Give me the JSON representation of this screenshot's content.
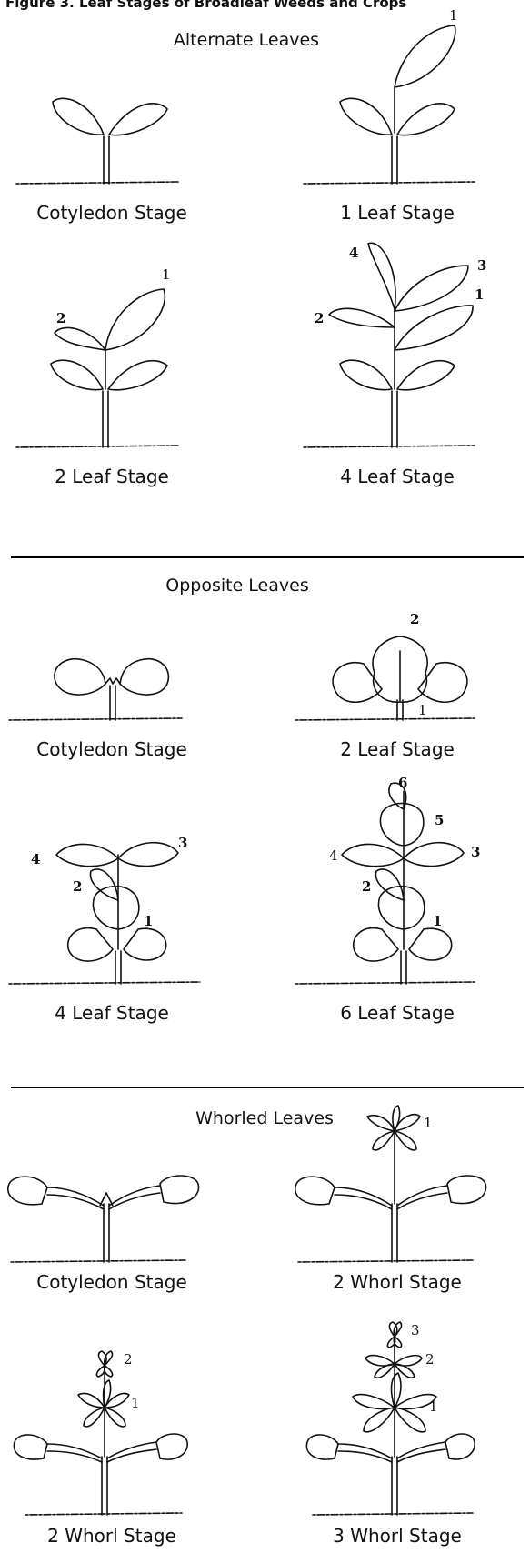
{
  "figure_title": "Figure 3. Leaf Stages of Broadleaf Weeds and Crops",
  "sections": {
    "alternate": {
      "heading": "Alternate Leaves",
      "captions": [
        "Cotyledon Stage",
        "1 Leaf Stage",
        "2 Leaf Stage",
        "4 Leaf Stage"
      ]
    },
    "opposite": {
      "heading": "Opposite Leaves",
      "captions": [
        "Cotyledon Stage",
        "2 Leaf Stage",
        "4 Leaf Stage",
        "6 Leaf Stage"
      ]
    },
    "whorled": {
      "heading": "Whorled Leaves",
      "captions": [
        "Cotyledon Stage",
        "2 Whorl Stage",
        "2 Whorl Stage",
        "3 Whorl Stage"
      ]
    }
  },
  "leaf_numbers": {
    "alt_1leaf": [
      "1"
    ],
    "alt_2leaf": [
      "1",
      "2"
    ],
    "alt_4leaf": [
      "4",
      "3",
      "1",
      "2"
    ],
    "opp_2leaf": [
      "2",
      "1"
    ],
    "opp_4leaf": [
      "4",
      "3",
      "2",
      "1"
    ],
    "opp_6leaf": [
      "6",
      "5",
      "4",
      "3",
      "2",
      "1"
    ],
    "wh_2whorl_a": [
      "1"
    ],
    "wh_2whorl_b": [
      "2",
      "1"
    ],
    "wh_3whorl": [
      "3",
      "2",
      "1"
    ]
  }
}
